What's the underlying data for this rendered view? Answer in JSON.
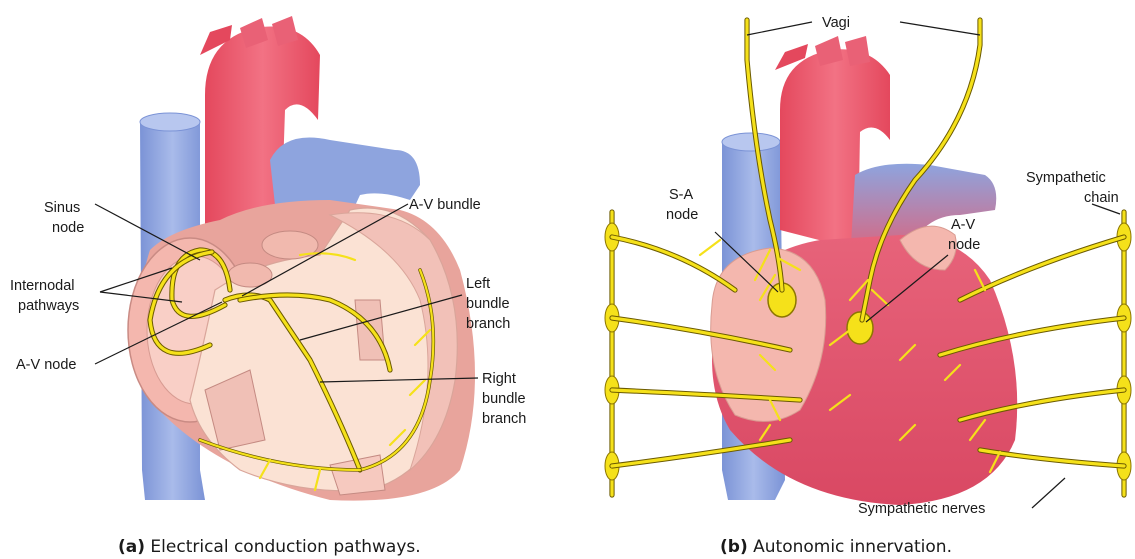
{
  "panel_a": {
    "labels": {
      "sinus_node": [
        "Sinus",
        "node"
      ],
      "internodal": [
        "Internodal",
        "pathways"
      ],
      "av_node": "A-V node",
      "av_bundle": "A-V bundle",
      "left_bundle": [
        "Left",
        "bundle",
        "branch"
      ],
      "right_bundle": [
        "Right",
        "bundle",
        "branch"
      ]
    },
    "caption": {
      "letter": "(a)",
      "text": " Electrical conduction pathways."
    }
  },
  "panel_b": {
    "labels": {
      "vagi": "Vagi",
      "sa_node": [
        "S-A",
        "node"
      ],
      "av_node": [
        "A-V",
        "node"
      ],
      "sympathetic_chain": [
        "Sympathetic",
        "chain"
      ],
      "sympathetic_nerves": "Sympathetic nerves"
    },
    "caption": {
      "letter": "(b)",
      "text": " Autonomic innervation."
    }
  },
  "colors": {
    "aorta": "#e9566a",
    "vein": "#8ea4de",
    "myocardium": "#f4b7ae",
    "interior": "#fbe2d4",
    "nerve": "#f5e11a"
  }
}
